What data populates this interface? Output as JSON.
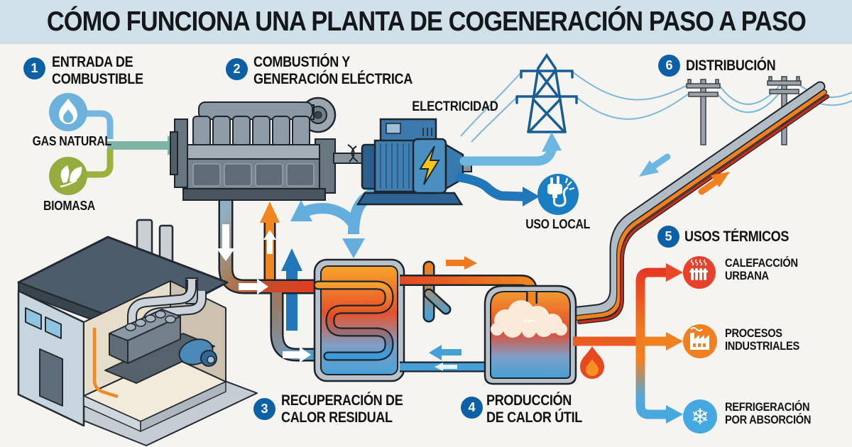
{
  "title": "CÓMO FUNCIONA UNA PLANTA DE COGENERACIÓN PASO A PASO",
  "steps": [
    {
      "num": "1",
      "line1": "ENTRADA DE",
      "line2": "COMBUSTIBLE"
    },
    {
      "num": "2",
      "line1": "COMBUSTIÓN Y",
      "line2": "GENERACIÓN ELÉCTRICA"
    },
    {
      "num": "3",
      "line1": "RECUPERACIÓN DE",
      "line2": "CALOR RESIDUAL"
    },
    {
      "num": "4",
      "line1": "PRODUCCIÓN",
      "line2": "DE CALOR ÚTIL"
    },
    {
      "num": "5",
      "line1": "USOS TÉRMICOS",
      "line2": ""
    },
    {
      "num": "6",
      "line1": "DISTRIBUCIÓN",
      "line2": ""
    }
  ],
  "fuel": {
    "gas": "GAS NATURAL",
    "biomass": "BIOMASA"
  },
  "labels": {
    "electricity": "ELECTRICIDAD",
    "local_use": "USO LOCAL"
  },
  "thermal_uses": [
    {
      "line1": "CALEFACCIÓN",
      "line2": "URBANA"
    },
    {
      "line1": "PROCESOS",
      "line2": "INDUSTRIALES"
    },
    {
      "line1": "REFRIGERACIÓN",
      "line2": "POR ABSORCIÓN"
    }
  ],
  "icons": {
    "gas": "flame-icon",
    "biomass": "leaf-icon",
    "local_use": "plug-icon",
    "heating": "radiator-icon",
    "industry": "factory-icon",
    "cooling": "snowflake-icon",
    "generator": "lightning-icon"
  },
  "colors": {
    "header_band": "#cfe0e9",
    "background": "#f5f4f0",
    "step_badge": "#0d5fa6",
    "gas_circle": "#6cb2dc",
    "biomass_circle": "#94ad3e",
    "fuel_merge": "#7db4a4",
    "light_blue": "#6db7e3",
    "electric_blue": "#2276ba",
    "local_use_circle": "#1b7ec2",
    "orange": "#f08020",
    "hot_red": "#e8402a",
    "cooling_blue": "#46a8e0",
    "pylon_blue": "#185e95",
    "pipe_outline": "#1c242b"
  }
}
